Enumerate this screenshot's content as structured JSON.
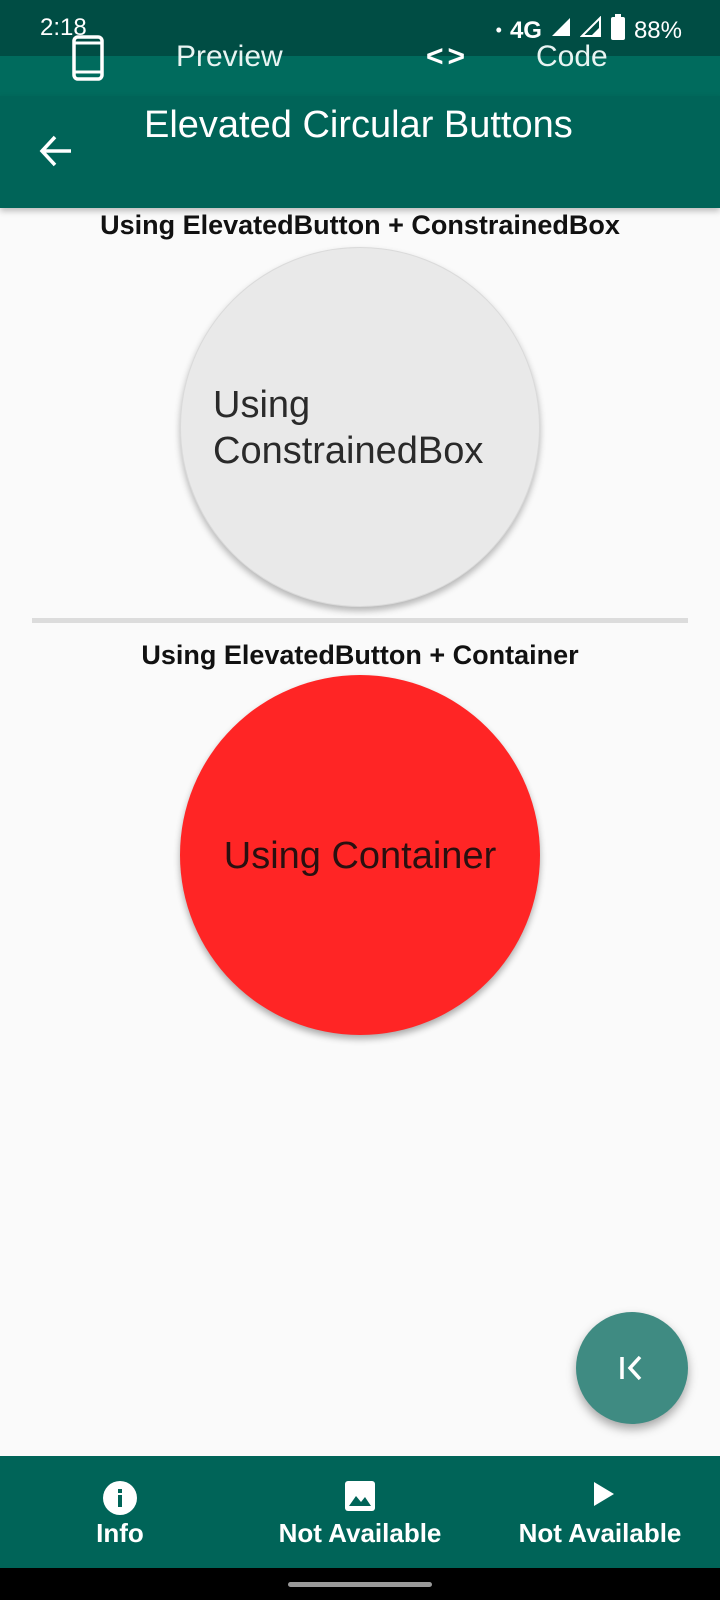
{
  "status_bar": {
    "time": "2:18",
    "dot": "•",
    "network": "4G",
    "battery": "88%",
    "icons": [
      "signal-icon",
      "signal-icon",
      "battery-icon"
    ]
  },
  "tabs": [
    {
      "label": "Preview",
      "icon": "phone-icon"
    },
    {
      "label": "Code",
      "icon": "code-icon",
      "icon_text": "<>"
    }
  ],
  "app_bar": {
    "title": "Elevated Circular Buttons",
    "back_icon": "arrow-back-icon"
  },
  "sections": [
    {
      "heading": "Using ElevatedButton + ConstrainedBox",
      "button_label": "Using ConstrainedBox",
      "button_color": "#e9e9e9"
    },
    {
      "heading": "Using ElevatedButton + Container",
      "button_label": "Using Container",
      "button_color": "#ff2525"
    }
  ],
  "fab": {
    "icon": "first-page-icon"
  },
  "bottom_nav": {
    "items": [
      {
        "label": "Info",
        "icon": "info-icon"
      },
      {
        "label": "Not Available",
        "icon": "image-icon"
      },
      {
        "label": "Not Available",
        "icon": "play-icon"
      }
    ]
  },
  "colors": {
    "primary_dark": "#004d44",
    "primary": "#006458",
    "fab": "#3f8b82",
    "accent_red": "#ff2525"
  }
}
